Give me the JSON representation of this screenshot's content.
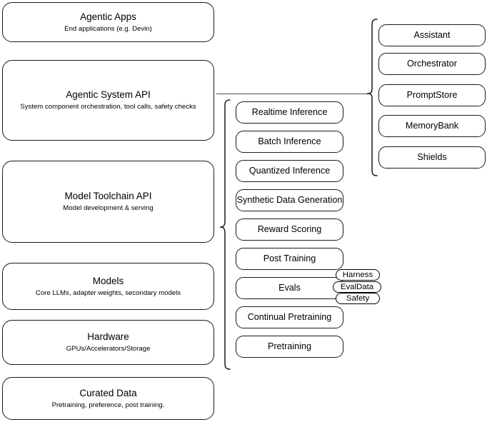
{
  "diagram": {
    "type": "layered-stack-architecture",
    "background_color": "#ffffff",
    "line_color": "#1a1a1a"
  },
  "layers": [
    {
      "id": "agentic-apps",
      "title": "Agentic Apps",
      "subtitle": "End applications (e.g. Devin)"
    },
    {
      "id": "agentic-system-api",
      "title": "Agentic System API",
      "subtitle": "System component orchestration, tool calls, safety checks"
    },
    {
      "id": "model-toolchain-api",
      "title": "Model Toolchain API",
      "subtitle": "Model development & serving"
    },
    {
      "id": "models",
      "title": "Models",
      "subtitle": "Core LLMs, adapter weights, secondary models"
    },
    {
      "id": "hardware",
      "title": "Hardware",
      "subtitle": "GPUs/Accelerators/Storage"
    },
    {
      "id": "curated-data",
      "title": "Curated Data",
      "subtitle": "Pretraining, preference, post training."
    }
  ],
  "toolchain_capabilities": [
    {
      "id": "realtime-inference",
      "label": "Realtime Inference"
    },
    {
      "id": "batch-inference",
      "label": "Batch Inference"
    },
    {
      "id": "quantized-inference",
      "label": "Quantized Inference"
    },
    {
      "id": "synthetic-data-generation",
      "label": "Synthetic Data Generation"
    },
    {
      "id": "reward-scoring",
      "label": "Reward Scoring"
    },
    {
      "id": "post-training",
      "label": "Post Training"
    },
    {
      "id": "evals",
      "label": "Evals"
    },
    {
      "id": "continual-pretraining",
      "label": "Continual Pretraining"
    },
    {
      "id": "pretraining",
      "label": "Pretraining"
    }
  ],
  "system_components": [
    {
      "id": "assistant",
      "label": "Assistant"
    },
    {
      "id": "orchestrator",
      "label": "Orchestrator"
    },
    {
      "id": "promptstore",
      "label": "PromptStore"
    },
    {
      "id": "memorybank",
      "label": "MemoryBank"
    },
    {
      "id": "shields",
      "label": "Shields"
    }
  ],
  "eval_badges": [
    {
      "id": "harness",
      "label": "Harness"
    },
    {
      "id": "evaldata",
      "label": "EvalData"
    },
    {
      "id": "safety",
      "label": "Safety"
    }
  ]
}
